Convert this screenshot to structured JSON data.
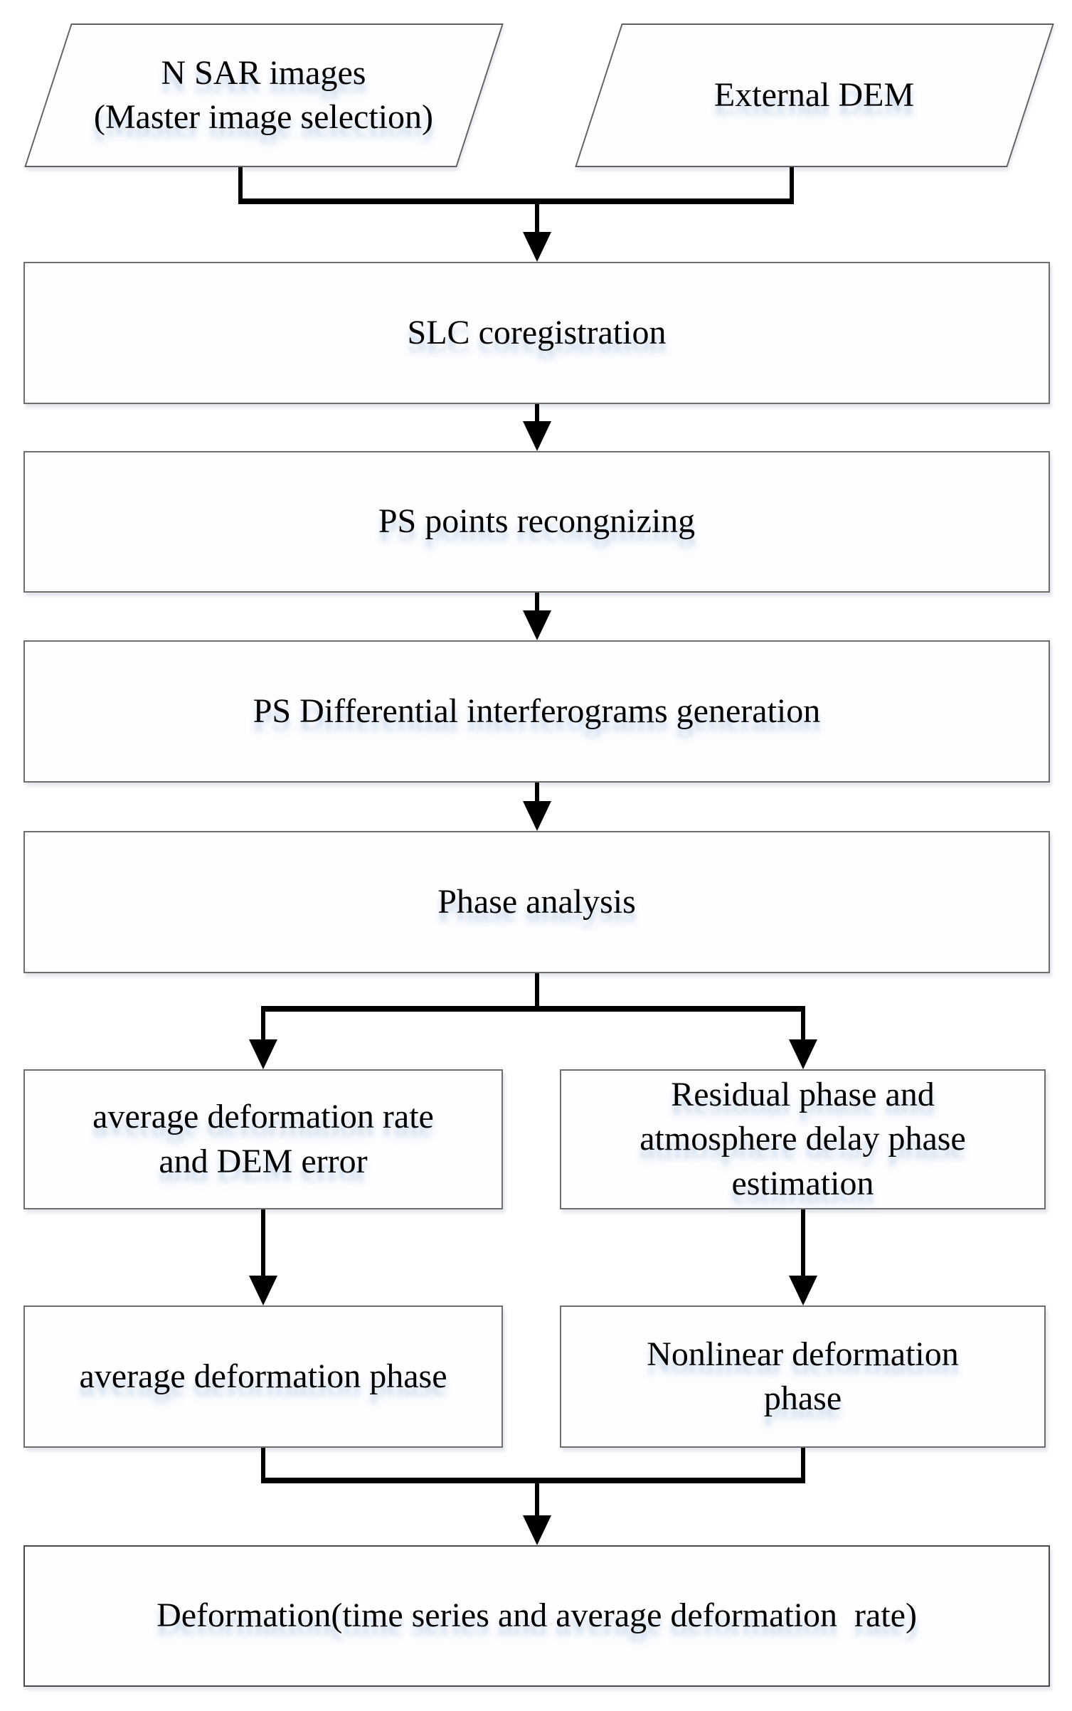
{
  "diagram": {
    "type": "flowchart",
    "colors": {
      "background": "#ffffff",
      "box_fill": "#fefeff",
      "box_border": "#6e6e6e",
      "connector": "#000000",
      "text": "#000000",
      "text_glow": "#b4cbe8"
    },
    "nodes": {
      "n_sar_images": {
        "shape": "parallelogram",
        "label": "N SAR images\n(Master image selection)"
      },
      "external_dem": {
        "shape": "parallelogram",
        "label": "External DEM"
      },
      "slc_coregistration": {
        "shape": "rect",
        "label": "SLC coregistration"
      },
      "ps_points_recognizing": {
        "shape": "rect",
        "label": "PS points recongnizing"
      },
      "ps_differential_interferograms": {
        "shape": "rect",
        "label": "PS Differential interferograms generation"
      },
      "phase_analysis": {
        "shape": "rect",
        "label": "Phase analysis"
      },
      "avg_deformation_rate_dem_error": {
        "shape": "rect",
        "label": "average deformation rate\nand DEM error"
      },
      "residual_atmosphere_phase_estimation": {
        "shape": "rect",
        "label": "Residual phase and\natmosphere delay phase\nestimation"
      },
      "avg_deformation_phase": {
        "shape": "rect",
        "label": "average deformation phase"
      },
      "nonlinear_deformation_phase": {
        "shape": "rect",
        "label": "Nonlinear deformation\nphase"
      },
      "deformation_output": {
        "shape": "rect",
        "label": "Deformation(time series and average deformation  rate)"
      }
    },
    "edges": [
      {
        "from": "n_sar_images",
        "to": "slc_coregistration"
      },
      {
        "from": "external_dem",
        "to": "slc_coregistration"
      },
      {
        "from": "slc_coregistration",
        "to": "ps_points_recognizing"
      },
      {
        "from": "ps_points_recognizing",
        "to": "ps_differential_interferograms"
      },
      {
        "from": "ps_differential_interferograms",
        "to": "phase_analysis"
      },
      {
        "from": "phase_analysis",
        "to": "avg_deformation_rate_dem_error"
      },
      {
        "from": "phase_analysis",
        "to": "residual_atmosphere_phase_estimation"
      },
      {
        "from": "avg_deformation_rate_dem_error",
        "to": "avg_deformation_phase"
      },
      {
        "from": "residual_atmosphere_phase_estimation",
        "to": "nonlinear_deformation_phase"
      },
      {
        "from": "avg_deformation_phase",
        "to": "deformation_output"
      },
      {
        "from": "nonlinear_deformation_phase",
        "to": "deformation_output"
      }
    ]
  }
}
